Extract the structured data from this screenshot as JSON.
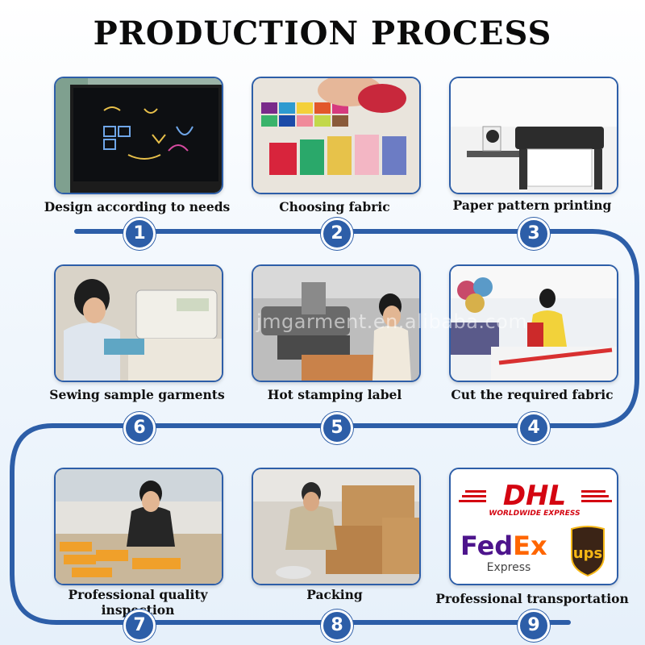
{
  "title": "PRODUCTION PROCESS",
  "watermark": "jmgarment.en.alibaba.com",
  "accent_color": "#2d5ea8",
  "steps": [
    {
      "number": "1",
      "label": "Design according to needs"
    },
    {
      "number": "2",
      "label": "Choosing fabric"
    },
    {
      "number": "3",
      "label": "Paper pattern printing"
    },
    {
      "number": "4",
      "label": "Cut the required fabric"
    },
    {
      "number": "5",
      "label": "Hot stamping label"
    },
    {
      "number": "6",
      "label": "Sewing sample garments"
    },
    {
      "number": "7",
      "label": "Professional quality inspection"
    },
    {
      "number": "8",
      "label": "Packing"
    },
    {
      "number": "9",
      "label": "Professional transportation"
    }
  ],
  "carriers": {
    "dhl": "DHL",
    "dhl_sub": "WORLDWIDE EXPRESS",
    "fedex_fed": "Fed",
    "fedex_ex": "Ex",
    "fedex_sub": "Express",
    "ups": "ups"
  }
}
